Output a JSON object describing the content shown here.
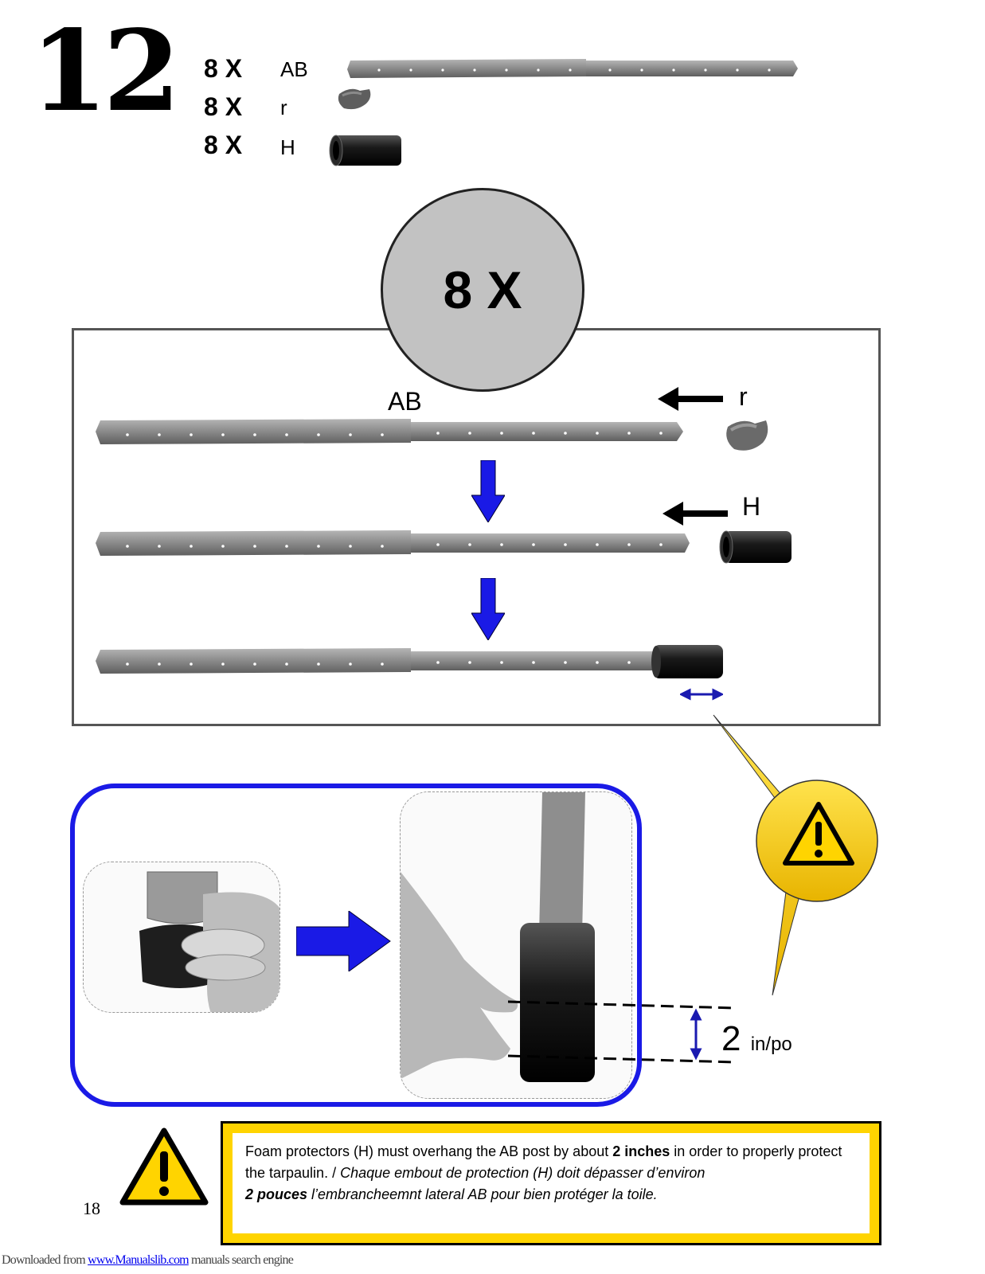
{
  "step": {
    "number": "12"
  },
  "parts_list": [
    {
      "qty": "8 X",
      "code": "AB",
      "icon": "ab-post-icon"
    },
    {
      "qty": "8 X",
      "code": "r",
      "icon": "end-cap-icon"
    },
    {
      "qty": "8 X",
      "code": "H",
      "icon": "foam-protector-icon"
    }
  ],
  "badge": {
    "text": "8 X"
  },
  "diagram": {
    "label_ab": "AB",
    "label_r": "r",
    "label_h": "H"
  },
  "dimension": {
    "value": "2",
    "unit": "in/po"
  },
  "note": {
    "en_pre": "Foam protectors (H) must overhang the AB post by about ",
    "en_bold": "2 inches",
    "en_post": " in order to properly protect the tarpaulin. / ",
    "fr_1": "Chaque embout de protection (H) doit dépasser d’environ",
    "fr_bold": "2 pouces",
    "fr_2": " l’embrancheemnt lateral AB pour bien protéger la toile."
  },
  "page": {
    "number": "18"
  },
  "footer": {
    "pre": "Downloaded from ",
    "link": "www.Manualslib.com",
    "post": "  manuals search engine"
  },
  "colors": {
    "accent_blue": "#1a1ae6",
    "warning_yellow": "#ffd400",
    "badge_gray": "#c2c2c2",
    "post_gray": "#8a8a8a"
  }
}
